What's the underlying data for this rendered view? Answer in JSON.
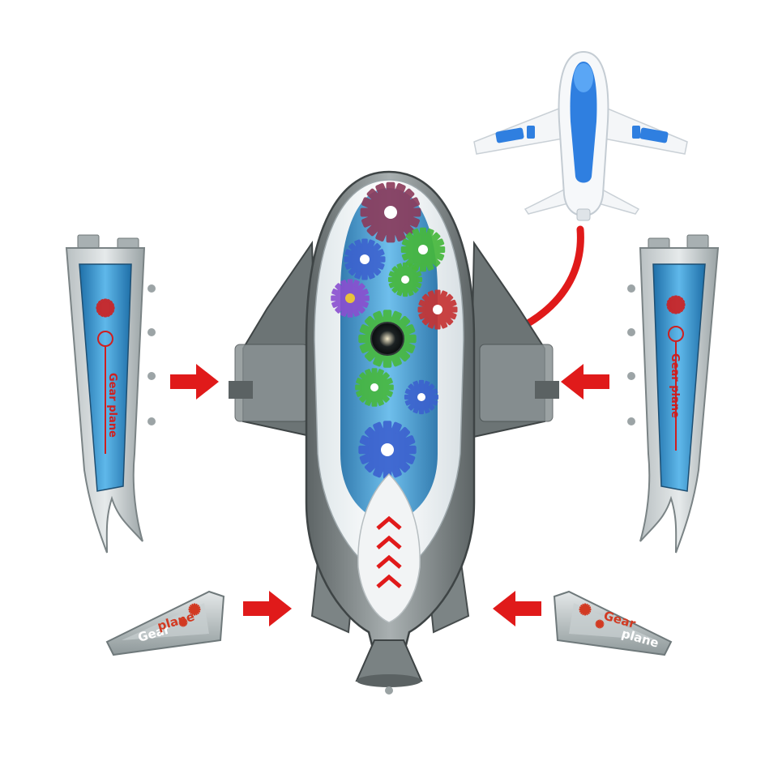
{
  "product": {
    "left_wing_label": "Gear plane",
    "right_wing_label": "Gear plane",
    "left_tail_label_gear": "Gear",
    "left_tail_label_plane": "plane",
    "right_tail_label_gear": "Gear",
    "right_tail_label_plane": "plane"
  },
  "colors": {
    "arrow_red": "#e01a1a",
    "body_grey": "#7f8788",
    "panel_blue": "#3e9fd6",
    "gear_blue": "#3b5fcf",
    "gear_red": "#c63434",
    "gear_green": "#47b83d",
    "gear_purple": "#8a4fd0",
    "gear_yellow": "#e8c23a",
    "plane_blue": "#2f7fe0"
  },
  "icons": [
    "arrow-right-icon",
    "arrow-left-icon",
    "curved-arrow-icon",
    "gear-icon",
    "chevron-up-icon",
    "airplane-icon"
  ]
}
